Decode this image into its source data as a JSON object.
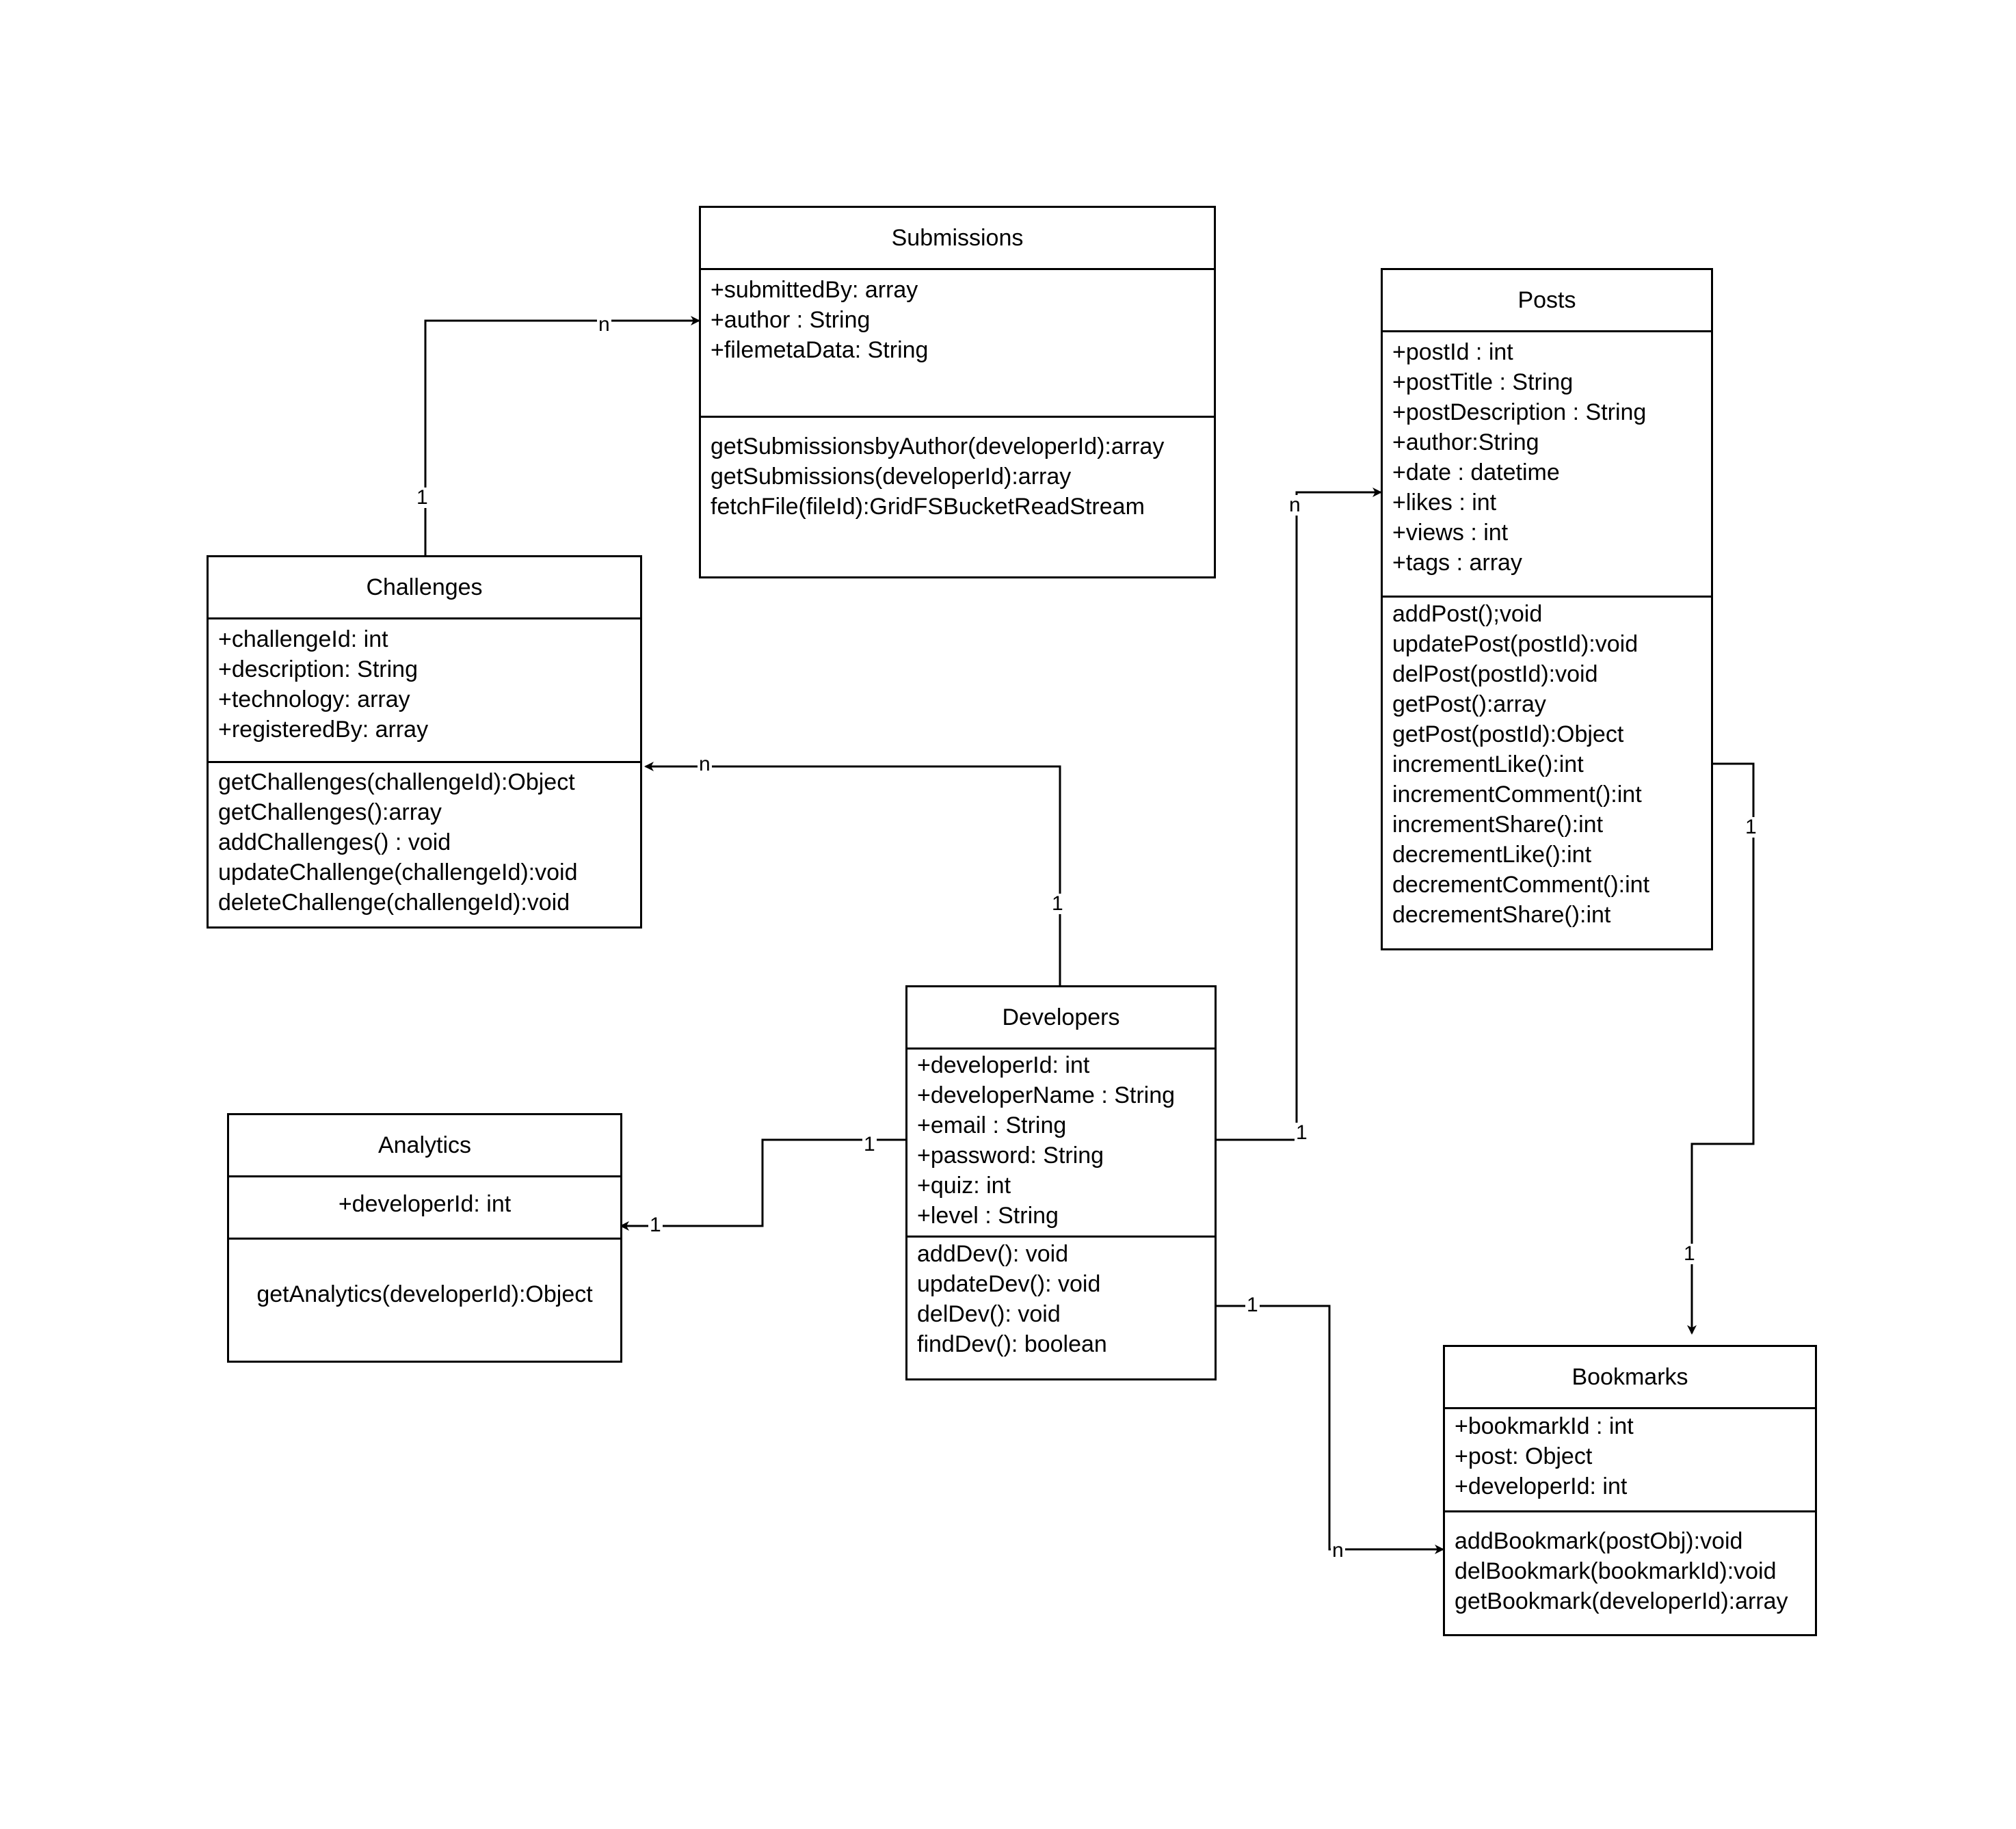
{
  "classes": {
    "submissions": {
      "name": "Submissions",
      "attributes": [
        "+submittedBy: array",
        "+author : String",
        "+filemetaData: String"
      ],
      "operations": [
        "getSubmissionsbyAuthor(developerId):array",
        "getSubmissions(developerId):array",
        "fetchFile(fileId):GridFSBucketReadStream"
      ]
    },
    "posts": {
      "name": "Posts",
      "attributes": [
        "+postId : int",
        "+postTitle : String",
        "+postDescription : String",
        "+author:String",
        "+date : datetime",
        "+likes : int",
        "+views : int",
        "+tags : array"
      ],
      "operations": [
        "addPost();void",
        "updatePost(postId):void",
        "delPost(postId):void",
        "getPost():array",
        "getPost(postId):Object",
        "incrementLike():int",
        "incrementComment():int",
        "incrementShare():int",
        "decrementLike():int",
        "decrementComment():int",
        "decrementShare():int"
      ]
    },
    "challenges": {
      "name": "Challenges",
      "attributes": [
        "+challengeId: int",
        "+description: String",
        "+technology: array",
        "+registeredBy: array"
      ],
      "operations": [
        "getChallenges(challengeId):Object",
        "getChallenges():array",
        "addChallenges() : void",
        "updateChallenge(challengeId):void",
        "deleteChallenge(challengeId):void"
      ]
    },
    "developers": {
      "name": "Developers",
      "attributes": [
        "+developerId: int",
        "+developerName : String",
        "+email : String",
        "+password: String",
        "+quiz: int",
        "+level : String"
      ],
      "operations": [
        "addDev(): void",
        "updateDev(): void",
        "delDev(): void",
        "findDev(): boolean"
      ]
    },
    "analytics": {
      "name": "Analytics",
      "attributes": [
        "+developerId: int"
      ],
      "operations": [
        "getAnalytics(developerId):Object"
      ]
    },
    "bookmarks": {
      "name": "Bookmarks",
      "attributes": [
        "+bookmarkId : int",
        "+post: Object",
        "+developerId: int"
      ],
      "operations": [
        "addBookmark(postObj):void",
        "delBookmark(bookmarkId):void",
        "getBookmark(developerId):array"
      ]
    }
  },
  "multiplicities": {
    "challenges_submissions_source": "1",
    "challenges_submissions_target": "n",
    "developers_challenges_source": "1",
    "developers_challenges_target": "n",
    "developers_posts_source": "1",
    "developers_posts_target": "n",
    "developers_analytics_source": "1",
    "developers_analytics_target": "1",
    "developers_bookmarks_source": "1",
    "developers_bookmarks_target": "n",
    "posts_bookmarks_source": "1",
    "posts_bookmarks_target": "1"
  }
}
